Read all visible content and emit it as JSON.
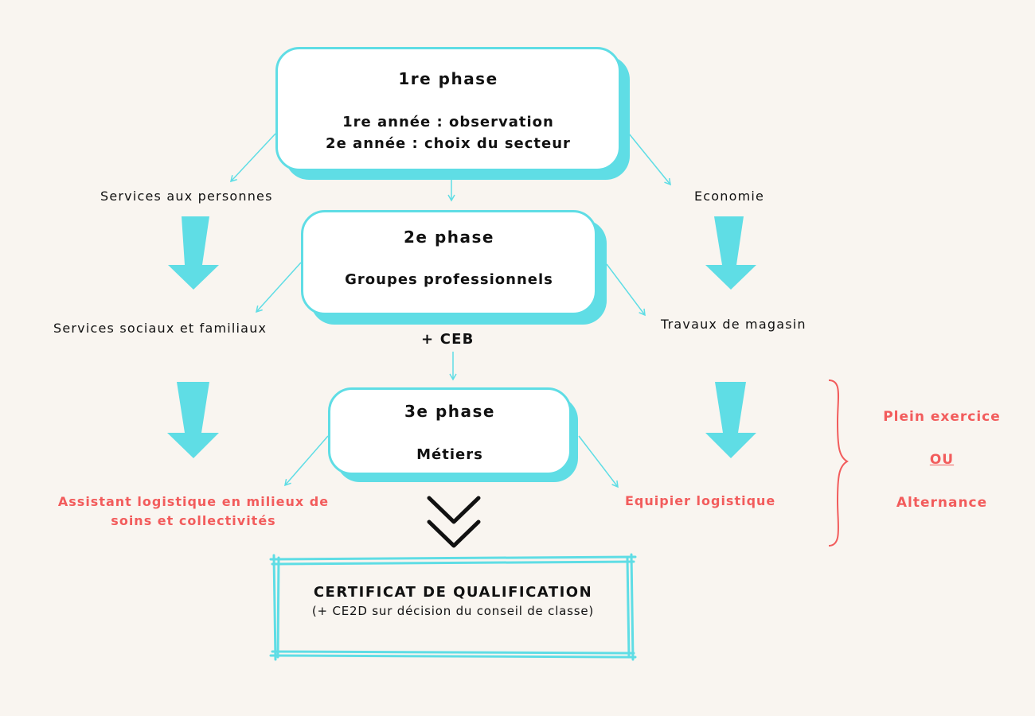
{
  "phase1": {
    "title": "1re phase",
    "line1": "1re année : observation",
    "line2": "2e année : choix du secteur"
  },
  "phase2": {
    "title": "2e phase",
    "subtitle": "Groupes professionnels"
  },
  "phase3": {
    "title": "3e phase",
    "subtitle": "Métiers"
  },
  "ceb": "+ CEB",
  "left": {
    "sector": "Services aux personnes",
    "group": "Services sociaux et familiaux",
    "job_line1": "Assistant logistique en milieux de",
    "job_line2": "soins et collectivités"
  },
  "right": {
    "sector": "Economie",
    "group": "Travaux de magasin",
    "job": "Equipier logistique"
  },
  "modes": {
    "option1": "Plein exercice",
    "separator": "OU",
    "option2": "Alternance"
  },
  "certificate": {
    "title": "CERTIFICAT DE QUALIFICATION",
    "subtitle": "(+ CE2D sur décision du conseil de classe)"
  },
  "colors": {
    "accent": "#5fdde5",
    "highlight": "#f25c5c",
    "background": "#f9f5f0"
  }
}
